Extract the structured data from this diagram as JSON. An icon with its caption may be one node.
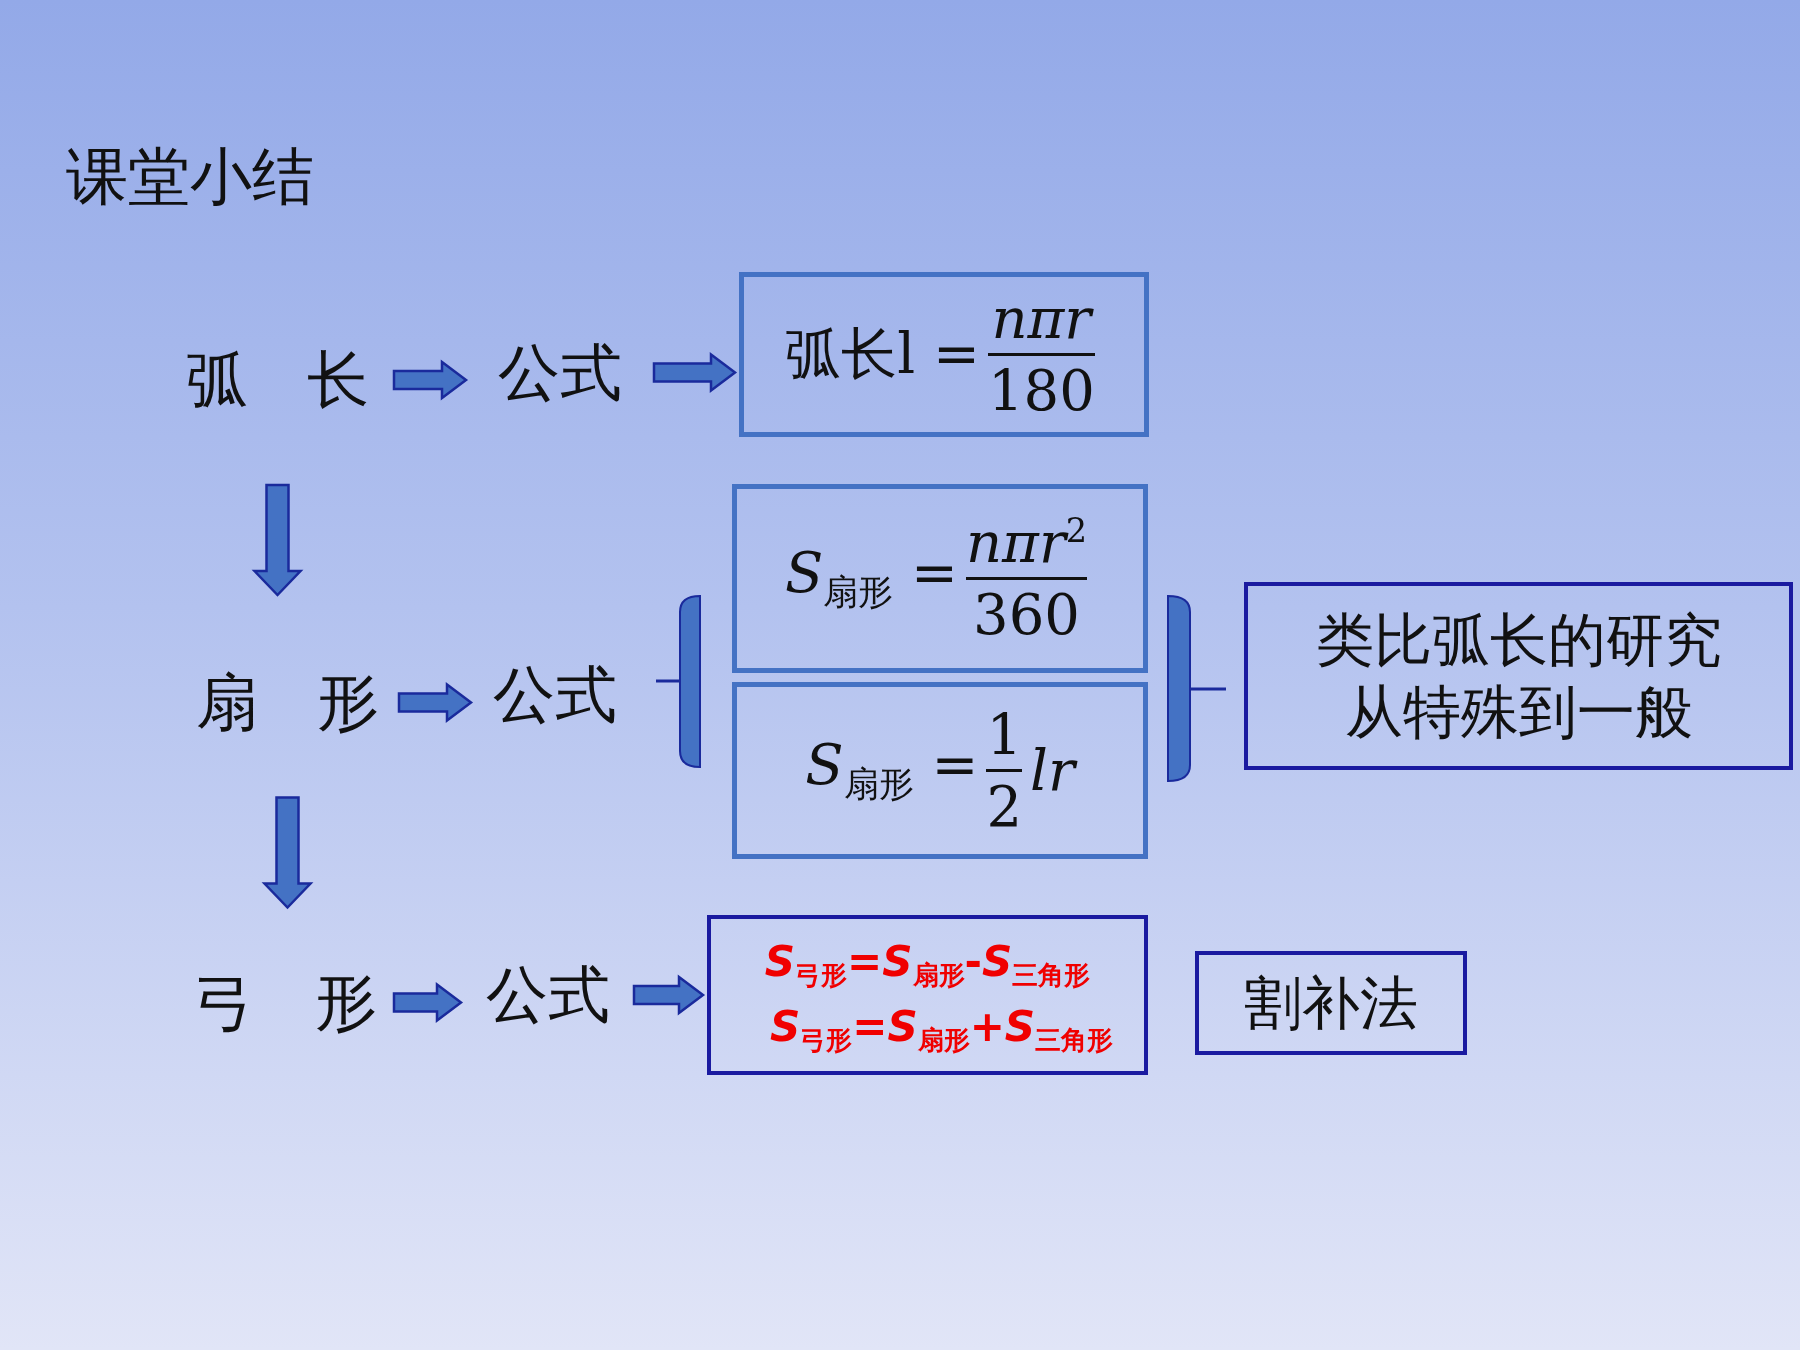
{
  "diagram": {
    "title": "课堂小结",
    "nodes": [
      {
        "text": [
          "弧 长"
        ]
      },
      {
        "text": [
          "公式"
        ]
      },
      {
        "text": [
          "弧长l =",
          "*nπr*",
          "180"
        ]
      },
      {
        "text": [
          "扇 形"
        ]
      },
      {
        "text": [
          "公式"
        ]
      },
      {
        "text": [
          "*S*$_{扇形}$ =",
          "*nπr*$^{2}$",
          "360"
        ]
      },
      {
        "text": [
          "*S*$_{扇形}$ =",
          "1",
          "2",
          "*lr*"
        ]
      },
      {
        "text": [
          "类比弧长的研究从特殊到一般"
        ]
      },
      {
        "text": [
          "弓 形"
        ]
      },
      {
        "text": [
          "公式"
        ]
      },
      {
        "text": [
          "*S*$_{弓形}$=*S*$_{扇形}$-*S*$_{三角形}$",
          "*S*$_{弓形}$=*S*$_{扇形}$+*S*$_{三角形}$"
        ]
      },
      {
        "text": [
          "割补法"
        ]
      }
    ],
    "edges": [
      {
        "from": 0,
        "to": 1,
        "arrow": "to"
      },
      {
        "from": 1,
        "to": 2,
        "arrow": "to"
      },
      {
        "from": 0,
        "to": 3,
        "arrow": "to"
      },
      {
        "from": 3,
        "to": 4,
        "arrow": "to"
      },
      {
        "from": 3,
        "to": 8,
        "arrow": "to"
      },
      {
        "from": 8,
        "to": 9,
        "arrow": "to"
      },
      {
        "from": 9,
        "to": 10,
        "arrow": "to"
      }
    ]
  }
}
